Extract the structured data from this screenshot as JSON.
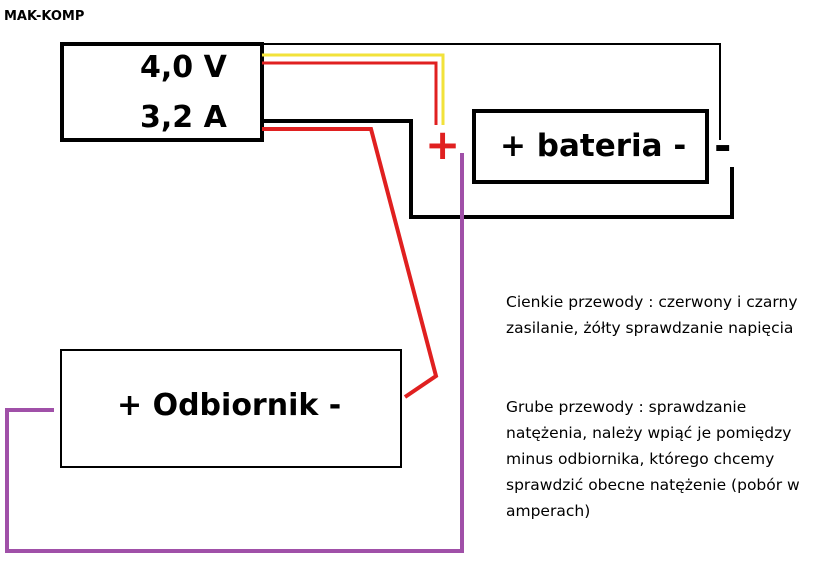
{
  "header": {
    "brand": "MAK-KOMP"
  },
  "meter": {
    "voltage": "4,0 V",
    "current": "3,2 A"
  },
  "battery": {
    "label": "+ bateria -",
    "plus_terminal": "+",
    "minus_terminal": "-"
  },
  "load": {
    "label": "+ Odbiornik -"
  },
  "notes": {
    "thin_wires": "Cienkie przewody : czerwony i czarny zasilanie, żółty sprawdzanie napięcia",
    "thick_wires": "Grube przewody : sprawdzanie natężenia, należy wpiąć je pomiędzy minus odbiornika, którego chcemy sprawdzić obecne natężenie (pobór w amperach)"
  },
  "colors": {
    "red_wire": "#e02020",
    "yellow_wire": "#f2e23a",
    "black_wire": "#000000",
    "purple_wire": "#a050a8",
    "box_border": "#000000"
  }
}
